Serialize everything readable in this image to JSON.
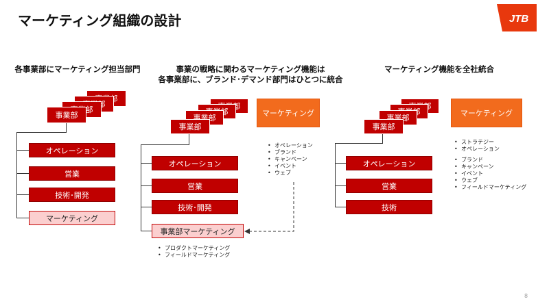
{
  "title": "マーケティング組織の設計",
  "logo": {
    "text": "JTB",
    "color": "#e8380d"
  },
  "colors": {
    "red": "#c00000",
    "pink": "#fbcfcf",
    "orange": "#f26b1d"
  },
  "sections": [
    {
      "heading": [
        "各事業部にマーケティング担当部門"
      ],
      "stack_labels": [
        "事業部",
        "事業部",
        "事業部",
        "事業部"
      ],
      "units": [
        "オペレーション",
        "営業",
        "技術･開発",
        "マーケティング"
      ]
    },
    {
      "heading": [
        "事業の戦略に関わるマーケティング機能は",
        "各事業部に、ブランド･デマンド部門はひとつに統合"
      ],
      "stack_labels": [
        "事業部",
        "事業部",
        "事業部",
        "事業部"
      ],
      "units": [
        "オペレーション",
        "営業",
        "技術･開発",
        "事業部マーケティング"
      ],
      "central_box": "マーケティング",
      "central_bullets": [
        "オペレーション",
        "ブランド",
        "キャンペーン",
        "イベント",
        "ウェブ"
      ],
      "bottom_bullets": [
        "プロダクトマーケティング",
        "フィールドマーケティング"
      ]
    },
    {
      "heading": [
        "マーケティング機能を全社統合"
      ],
      "stack_labels": [
        "事業部",
        "事業部",
        "事業部",
        "事業部"
      ],
      "units": [
        "オペレーション",
        "営業",
        "技術"
      ],
      "central_box": "マーケティング",
      "central_bullets_a": [
        "ストラテジー",
        "オペレーション"
      ],
      "central_bullets_b": [
        "ブランド",
        "キャンペーン",
        "イベント",
        "ウェブ",
        "フィールドマーケティング"
      ]
    }
  ],
  "page_number": "8"
}
